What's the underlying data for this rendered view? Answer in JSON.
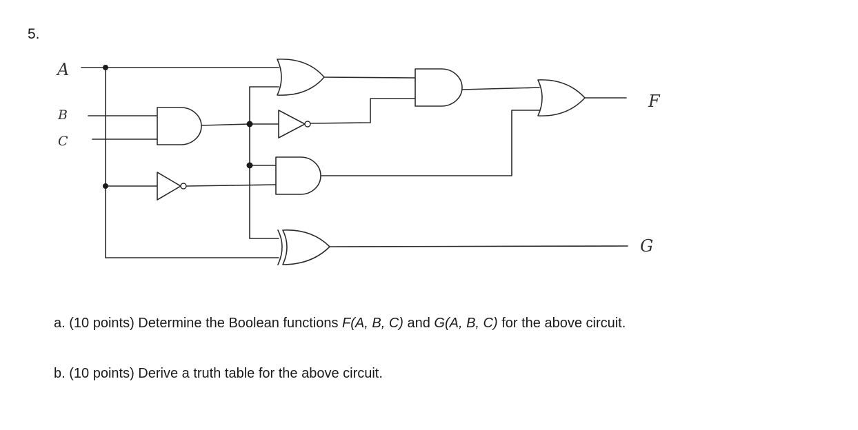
{
  "question": {
    "number": "5."
  },
  "circuit": {
    "inputs": [
      "A",
      "B",
      "C"
    ],
    "outputs": [
      "F",
      "G"
    ],
    "gates": [
      "AND",
      "NOT",
      "OR",
      "NOT",
      "AND",
      "AND",
      "XOR",
      "OR"
    ]
  },
  "parts": {
    "a": {
      "prefix": "a. (10 points) Determine the Boolean functions ",
      "f_expr": "F(A, B, C)",
      "middle": " and ",
      "g_expr": "G(A, B, C)",
      "suffix": " for the above circuit."
    },
    "b": {
      "text": "b. (10 points) Derive a truth table for the above circuit."
    }
  }
}
